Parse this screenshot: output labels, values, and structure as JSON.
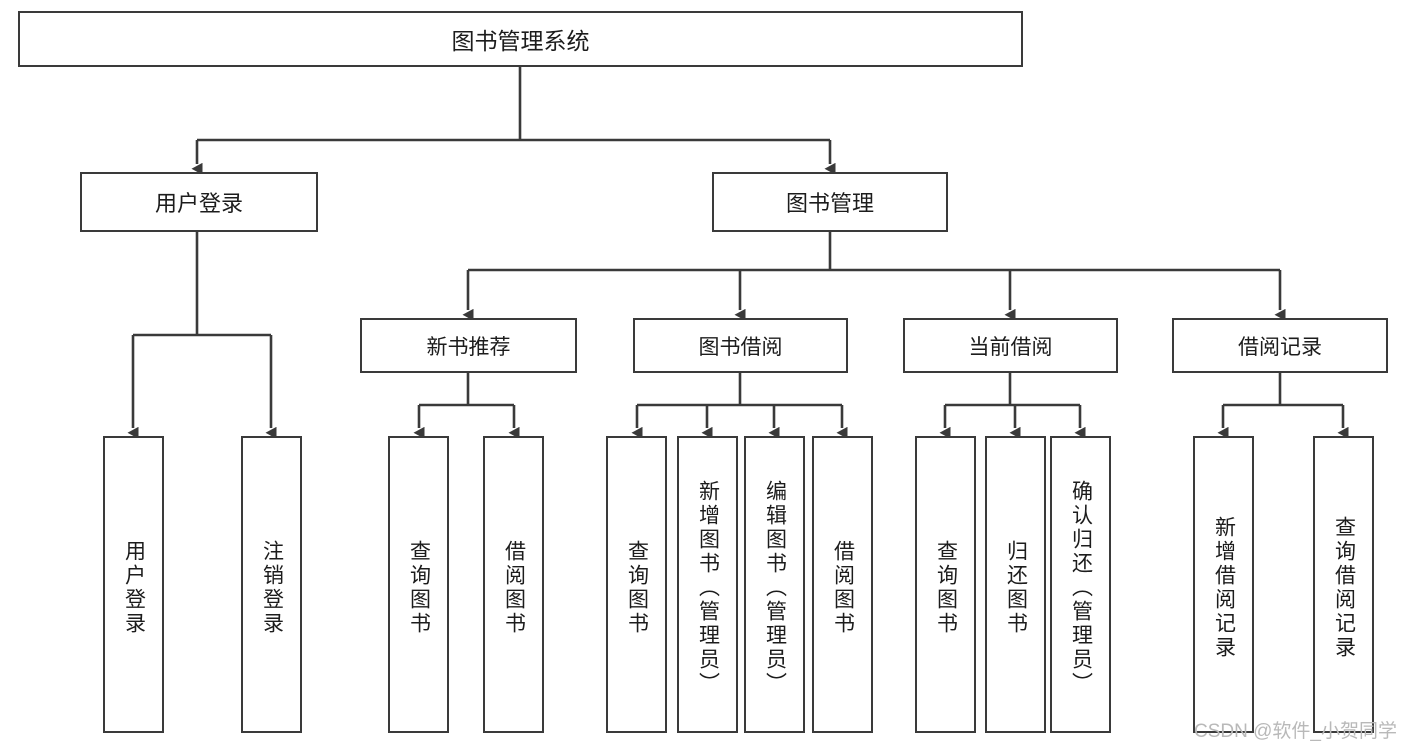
{
  "diagram": {
    "title": "图书管理系统",
    "type": "tree",
    "colors": {
      "box_border": "#3a3a3a",
      "box_fill": "#ffffff",
      "edge": "#3a3a3a",
      "text": "#1c1c1c",
      "watermark": "#b9b9b9"
    },
    "nodes": {
      "root": {
        "label": "图书管理系统"
      },
      "level2": [
        {
          "id": "user-login",
          "label": "用户登录"
        },
        {
          "id": "book-manage",
          "label": "图书管理"
        }
      ],
      "level3": [
        {
          "id": "new-book-rec",
          "label": "新书推荐"
        },
        {
          "id": "book-borrow",
          "label": "图书借阅"
        },
        {
          "id": "current-borrow",
          "label": "当前借阅"
        },
        {
          "id": "borrow-record",
          "label": "借阅记录"
        }
      ],
      "leaves": [
        {
          "id": "leaf-user-login",
          "label": "用户登录",
          "parent": "user-login"
        },
        {
          "id": "leaf-user-logout",
          "label": "注销登录",
          "parent": "user-login"
        },
        {
          "id": "leaf-query-book-1",
          "label": "查询图书",
          "parent": "new-book-rec"
        },
        {
          "id": "leaf-borrow-book-1",
          "label": "借阅图书",
          "parent": "new-book-rec"
        },
        {
          "id": "leaf-query-book-2",
          "label": "查询图书",
          "parent": "book-borrow"
        },
        {
          "id": "leaf-add-book",
          "label": "新增图书（管理员）",
          "parent": "book-borrow"
        },
        {
          "id": "leaf-edit-book",
          "label": "编辑图书（管理员）",
          "parent": "book-borrow"
        },
        {
          "id": "leaf-borrow-book-2",
          "label": "借阅图书",
          "parent": "book-borrow"
        },
        {
          "id": "leaf-query-book-3",
          "label": "查询图书",
          "parent": "current-borrow"
        },
        {
          "id": "leaf-return-book",
          "label": "归还图书",
          "parent": "current-borrow"
        },
        {
          "id": "leaf-confirm-return",
          "label": "确认归还（管理员）",
          "parent": "current-borrow"
        },
        {
          "id": "leaf-add-record",
          "label": "新增借阅记录",
          "parent": "borrow-record"
        },
        {
          "id": "leaf-query-record",
          "label": "查询借阅记录",
          "parent": "borrow-record"
        }
      ]
    },
    "watermark": "CSDN @软件_小贺同学"
  }
}
